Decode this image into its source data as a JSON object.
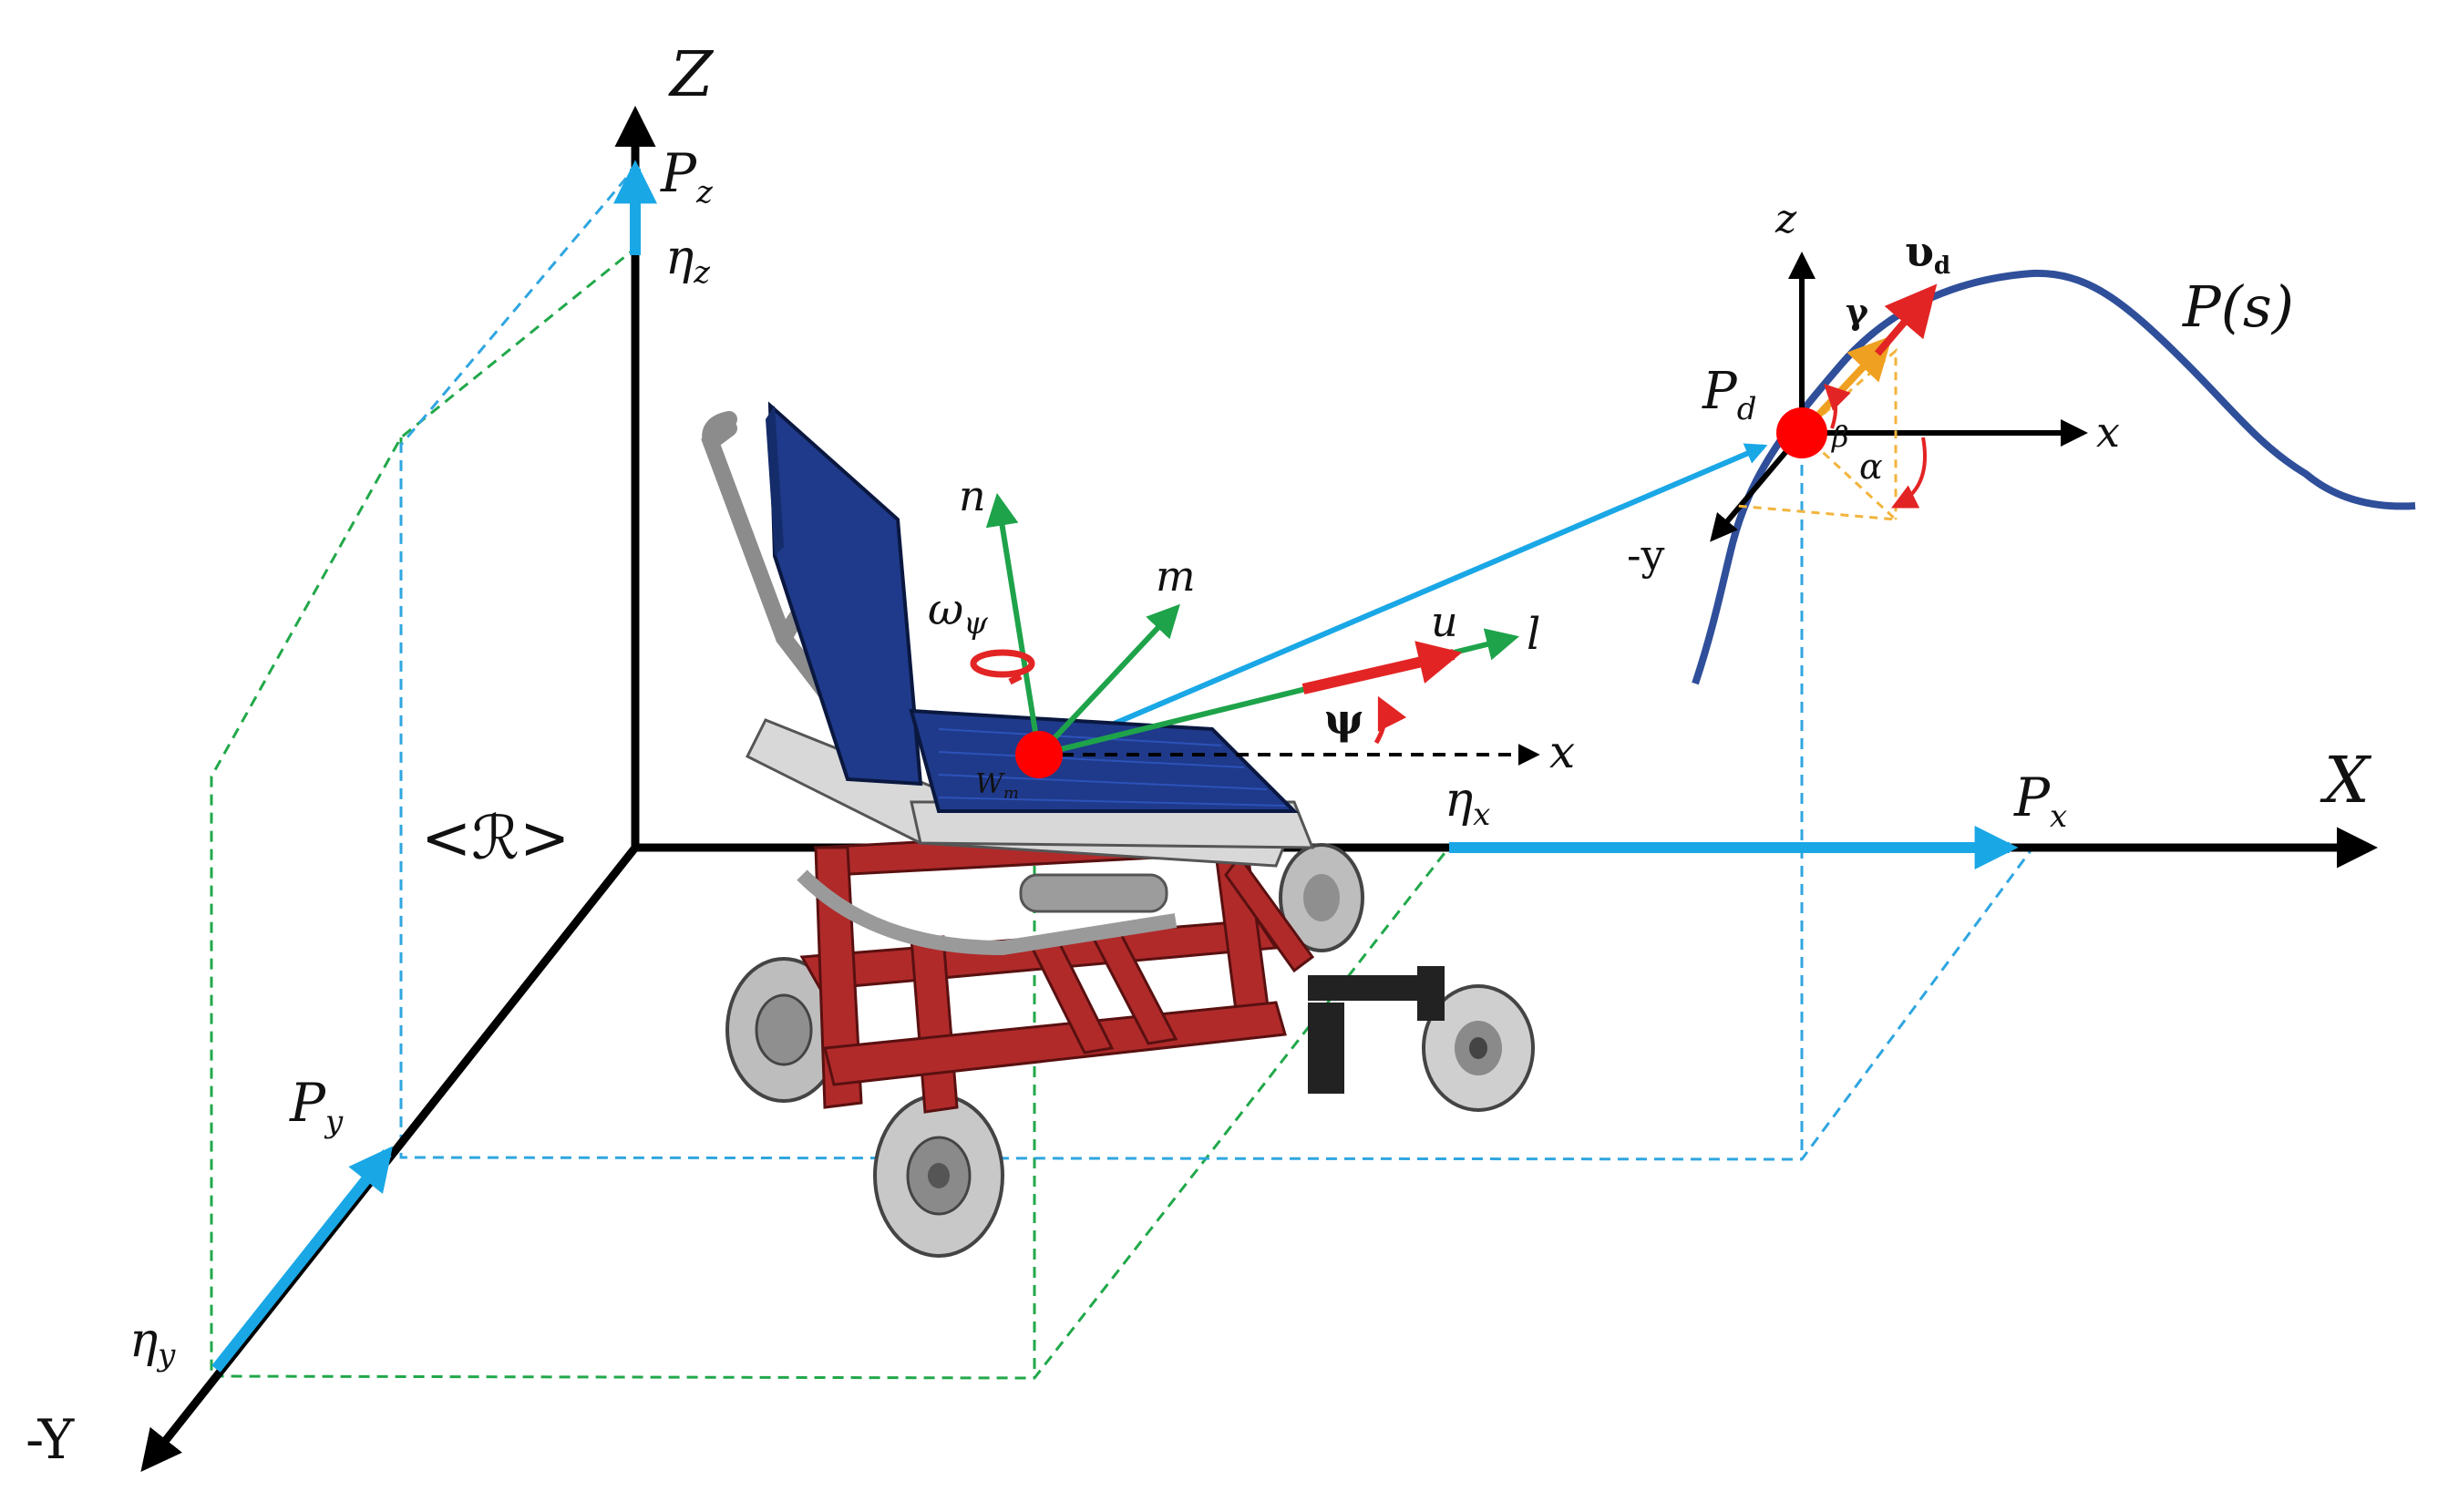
{
  "colors": {
    "axis": "#000000",
    "position": "#1aa7e6",
    "projection_blue": "#2fa6e0",
    "projection_green": "#21a84a",
    "body_frame": "#1ea34a",
    "velocity": "#e32424",
    "path": "#2f4f9a",
    "point": "#ff0000",
    "angle_guide": "#f2b43c",
    "seat": "#1f3a8a",
    "frame": "#b02a2a"
  },
  "icons": [
    "wheelchair-illustration"
  ],
  "labels": {
    "world_frame": "<ℛ>",
    "axis_Z": "Z",
    "axis_X": "X",
    "axis_negY": "-Y",
    "P_z": "P",
    "P_z_sub": "z",
    "eta_z": "η",
    "eta_z_sub": "z",
    "P_x": "P",
    "P_x_sub": "x",
    "eta_x": "η",
    "eta_x_sub": "x",
    "P_y": "P",
    "P_y_sub": "y",
    "eta_y": "η",
    "eta_y_sub": "y",
    "n": "n",
    "m": "m",
    "l": "l",
    "u": "u",
    "psi": "ψ",
    "omega": "ω",
    "omega_sub": "ψ",
    "W": "W",
    "W_sub": "m",
    "local_x": "x",
    "P_d": "P",
    "P_d_sub": "d",
    "local_z": "z",
    "local_x2": "x",
    "local_negy": "-y",
    "v_d": "υ",
    "v_d_sub": "d",
    "gamma": "γ",
    "beta": "β",
    "alpha": "α",
    "path": "P(s)"
  }
}
